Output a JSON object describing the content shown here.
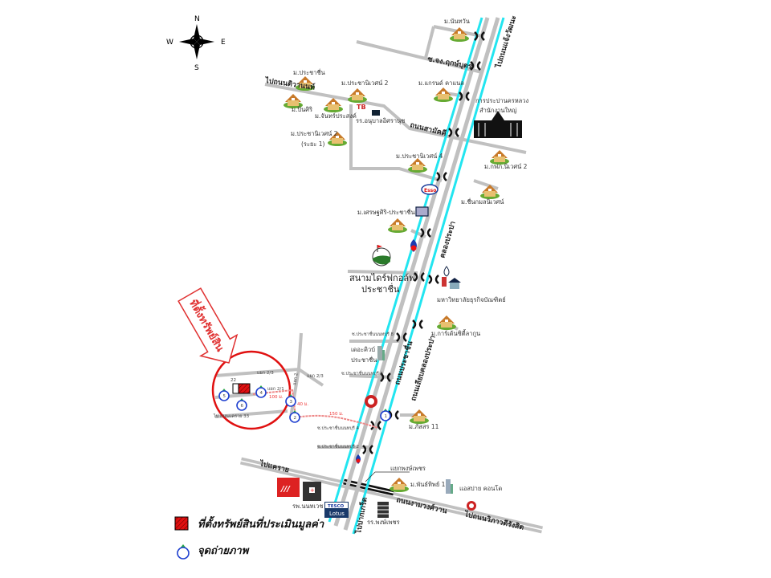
{
  "compass": {
    "n": "N",
    "s": "S",
    "e": "E",
    "w": "W"
  },
  "places": {
    "nanthawan": "ม.นันทวัน",
    "prachachuen": "ม.ประชาชื่น",
    "prachaniwet2": "ม.ประชานิเวศน์ 2",
    "pinsiri": "ม.ปิ่นศิริ",
    "chanprasong": "ม.จันทร์ประสงค์",
    "anuban": "รร.อนุบาลอิศรานุช",
    "grand_canal": "ม.แกรนด์ คาแนล",
    "mwa_1": "การประปานครหลวง",
    "mwa_2": "สำนักงานใหญ่",
    "prachaniwet2_p1_a": "ม.ประชานิเวศน์ 2",
    "prachaniwet2_p1_b": "(ระยะ 1)",
    "prachaniwet4": "ม.ประชานิเวศน์ 4",
    "kfp": "ม.กฟภ.นิเวศน์ 2",
    "esso": "Esso",
    "chuenkamon": "ม.ชื่นกมลนิเวศน์",
    "setthasiri": "ม.เศรษฐศิริ-ประชาชื่น",
    "golf_1": "สนามไดร์ฟกอล์ฟ",
    "golf_2": "ประชาชื่น",
    "dpu": "มหาวิทยาลัยธุรกิจบัณฑิตย์",
    "garden_city": "ม.การ์เด้นซิตี้ลากูน",
    "cube_1": "เดอะคิวบ์",
    "cube_2": "ประชาชื่น",
    "passorn": "ม.ภัสสร 11",
    "phanthip": "ม.พันธ์ทิพย์ 1",
    "aspire": "แอสปาย คอนโด",
    "nonthavej": "รพ.นนทเวช",
    "tesco": "TESCO",
    "lotus": "Lotus",
    "pongpet_school": "รร.พงษ์เพชร",
    "pongpet_junction": "แยกพงษ์เพชร",
    "tb": "TB"
  },
  "roads": {
    "chaengwattana": "ไปถนนแจ้งวัฒนะ",
    "jong_rerk": "ซ.จง.ฤกษ์บุตร",
    "tiwanon": "ไปถนนติวานนท์",
    "samakkhi": "ถนนสามัคคี",
    "khlong_prapa": "คลองประปา",
    "soi8": "ซ.ประชาชื่นนนทบุรี 8",
    "soi6": "ซ.ประชาชื่นนนทบุรี 6",
    "soi4": "ซ.ประชาชื่นนนทบุรี 4",
    "soi2": "ซ.ประชาชื่นนนทบุรี 2",
    "prachachuen_rd": "ถนนประชาชื่น",
    "liap_khlong": "ถนนเลียบคลองประปา",
    "khae_rai": "ไปแคราย",
    "ngamwongwan": "ถนนงามวงศ์วาน",
    "vibhavadi": "ไปถนนวิภาวดีรังสิต",
    "pak_kret": "ไปปากเกร็ด",
    "yaek_2_3a": "แยก 2/3",
    "yaek_2_3b": "แยก 2/3",
    "yaek_2": "แยก 2",
    "yaek_2_1": "แยก 2/1",
    "lower_soi": "ไป ถนนแคราย 33"
  },
  "site": {
    "pointer": "ที่ตั้งทรัพย์สิน",
    "number": "22"
  },
  "distances": {
    "d100a": "100 ม.",
    "d40": "40 ม.",
    "d150": "150 ม."
  },
  "photo_points": [
    "1",
    "2",
    "3",
    "4",
    "5",
    "6"
  ],
  "legend": {
    "property": "ที่ตั้งทรัพย์สินที่ประเมินมูลค่า",
    "photo": "จุดถ่ายภาพ"
  },
  "colors": {
    "canal": "#22e5f0",
    "road": "#c0c0c0",
    "site": "#e01010",
    "pointer": "#e03030",
    "photo": "#1e3fd0"
  }
}
